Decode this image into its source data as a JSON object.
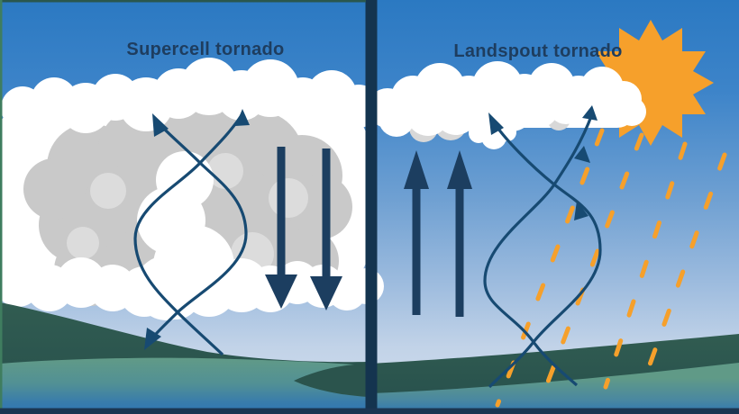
{
  "diagram": {
    "type": "comparison-illustration",
    "panels": [
      {
        "title": "Supercell tornado",
        "elements": [
          "storm-cloud-icon",
          "rotating-vortex-icon",
          "downdraft-arrows-icon"
        ]
      },
      {
        "title": "Landspout tornado",
        "elements": [
          "cumulus-cloud-icon",
          "sun-icon",
          "updraft-arrows-icon",
          "rising-vortex-icon",
          "sun-rays-icon"
        ]
      }
    ],
    "colors": {
      "sky_top": "#2b79c2",
      "sky_horizon": "#cfdded",
      "navy_arrow": "#1c3e60",
      "vortex_stroke": "#174a72",
      "divider_navy": "#14344f",
      "label_text": "#1e3d5f",
      "cloud_white": "#ffffff",
      "cloud_gray": "#c9c9c9",
      "sun_orange": "#f6a02b",
      "hill_dark_green": "#2e594f",
      "hill_sage_green": "#619b86",
      "ground_blue": "#2e76b4"
    }
  }
}
